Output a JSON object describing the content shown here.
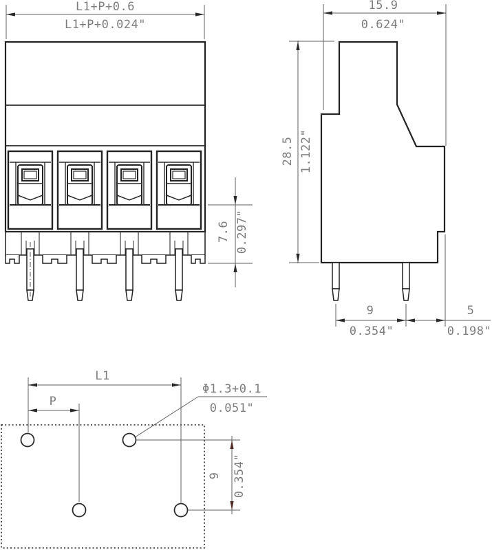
{
  "front_view": {
    "width_metric": "L1+P+0.6",
    "width_imperial": "L1+P+0.024\"",
    "height_metric": "7.6",
    "height_imperial": "0.297\""
  },
  "side_view": {
    "width_metric": "15.9",
    "width_imperial": "0.624\"",
    "height_metric": "28.5",
    "height_imperial": "1.122\"",
    "pin_span_metric": "9",
    "pin_span_imperial": "0.354\"",
    "edge_offset_metric": "5",
    "edge_offset_imperial": "0.198\""
  },
  "footprint": {
    "length_label": "L1",
    "pitch_label": "P",
    "hole_metric": "Φ1.3+0.1",
    "hole_imperial": "0.051\"",
    "row_metric": "9",
    "row_imperial": "0.354\""
  }
}
